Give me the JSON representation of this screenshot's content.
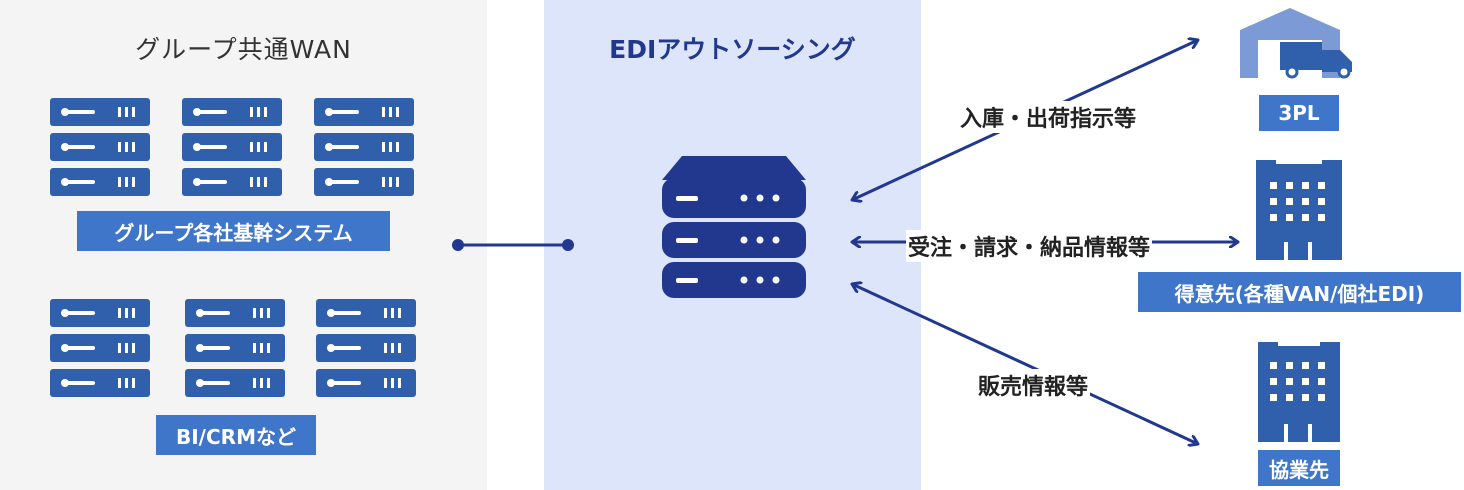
{
  "left_panel": {
    "title": "グループ共通WAN",
    "group1_label": "グループ各社基幹システム",
    "group2_label": "BI/CRMなど"
  },
  "center_panel": {
    "title": "EDIアウトソーシング"
  },
  "edges": {
    "top": "入庫・出荷指示等",
    "middle": "受注・請求・納品情報等",
    "bottom": "販売情報等"
  },
  "partners": {
    "logistics": "3PL",
    "customers": "得意先(各種VAN/個社EDI)",
    "partners": "協業先"
  },
  "colors": {
    "accent": "#3f76c9",
    "dark_navy": "#22388f",
    "server": "#3060ab",
    "left_bg": "#f4f4f4",
    "center_bg": "#dde5fa"
  }
}
